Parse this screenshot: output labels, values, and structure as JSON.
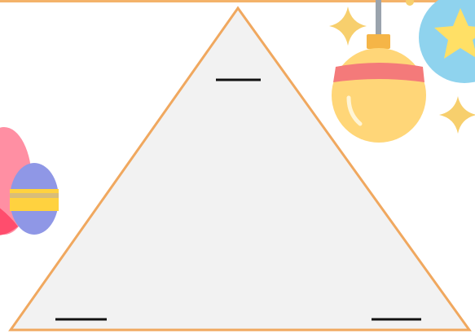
{
  "worksheet": {
    "blanks": [
      {
        "position": "top",
        "text": ""
      },
      {
        "position": "bottom-left",
        "text": ""
      },
      {
        "position": "bottom-right",
        "text": ""
      }
    ]
  },
  "colors": {
    "border": "#f4b36a",
    "triangle_fill": "#f2f2f2",
    "triangle_stroke": "#f0a85f",
    "blank_line": "#111111",
    "easter_egg_pink": "#ff8fa3",
    "easter_egg_red": "#ff4d6d",
    "easter_egg_purple": "#8f97e6",
    "easter_egg_yellow": "#ffd23f",
    "ornament_gold": "#ffd678",
    "ornament_band": "#f47a7a",
    "ornament_cap": "#f5b547",
    "ornament_string": "#9aa3ad",
    "ball_blue": "#8fd3ee",
    "star_yellow": "#ffe066",
    "sparkle_gold": "#f7cf6d"
  },
  "icons": [
    "easter-eggs-icon",
    "christmas-ornament-icon",
    "blue-star-ornament-icon",
    "sparkle-icon"
  ]
}
